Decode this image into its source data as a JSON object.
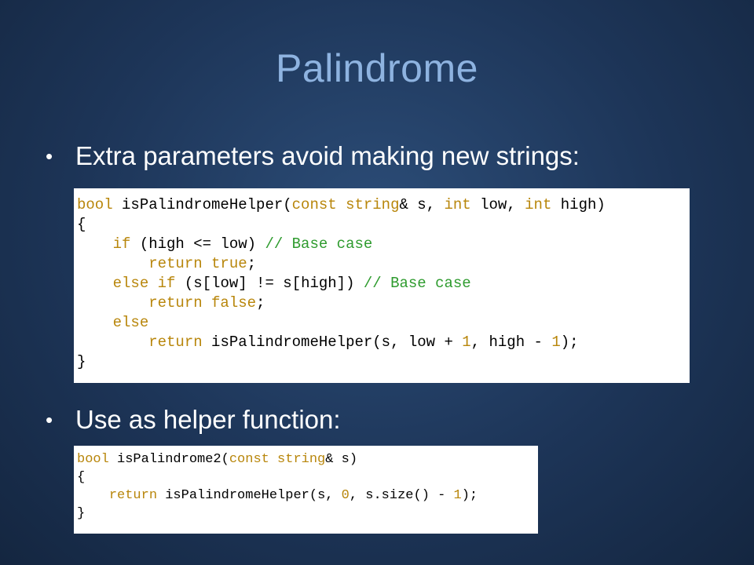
{
  "slide": {
    "title": "Palindrome",
    "bullets": [
      "Extra parameters avoid making new strings:",
      "Use as helper function:"
    ],
    "bullet_glyph": "•"
  },
  "code_helper": {
    "l1_kw1": "bool",
    "l1_a": " isPalindromeHelper(",
    "l1_kw2": "const string",
    "l1_b": "& s, ",
    "l1_kw3": "int",
    "l1_c": " low, ",
    "l1_kw4": "int",
    "l1_d": " high)",
    "l2": "{",
    "l3_indent": "    ",
    "l3_kw": "if",
    "l3_a": " (high <= low) ",
    "l3_cm": "// Base case",
    "l4_indent": "        ",
    "l4_kw": "return true",
    "l4_a": ";",
    "l5_indent": "    ",
    "l5_kw": "else if",
    "l5_a": " (s[low] != s[high]) ",
    "l5_cm": "// Base case",
    "l6_indent": "        ",
    "l6_kw": "return false",
    "l6_a": ";",
    "l7_indent": "    ",
    "l7_kw": "else",
    "l8_indent": "        ",
    "l8_kw": "return",
    "l8_a": " isPalindromeHelper(s, low + ",
    "l8_n1": "1",
    "l8_b": ", high - ",
    "l8_n2": "1",
    "l8_c": ");",
    "l9": "}"
  },
  "code_main": {
    "l1_kw1": "bool",
    "l1_a": " isPalindrome2(",
    "l1_kw2": "const string",
    "l1_b": "& s)",
    "l2": "{",
    "l3_indent": "    ",
    "l3_kw": "return",
    "l3_a": " isPalindromeHelper(s, ",
    "l3_n1": "0",
    "l3_b": ", s.size() - ",
    "l3_n2": "1",
    "l3_c": ");",
    "l4": "}"
  },
  "colors": {
    "title": "#8eb3e0",
    "keyword": "#b8860b",
    "comment": "#2e9b2e",
    "background": "#1d3558"
  }
}
